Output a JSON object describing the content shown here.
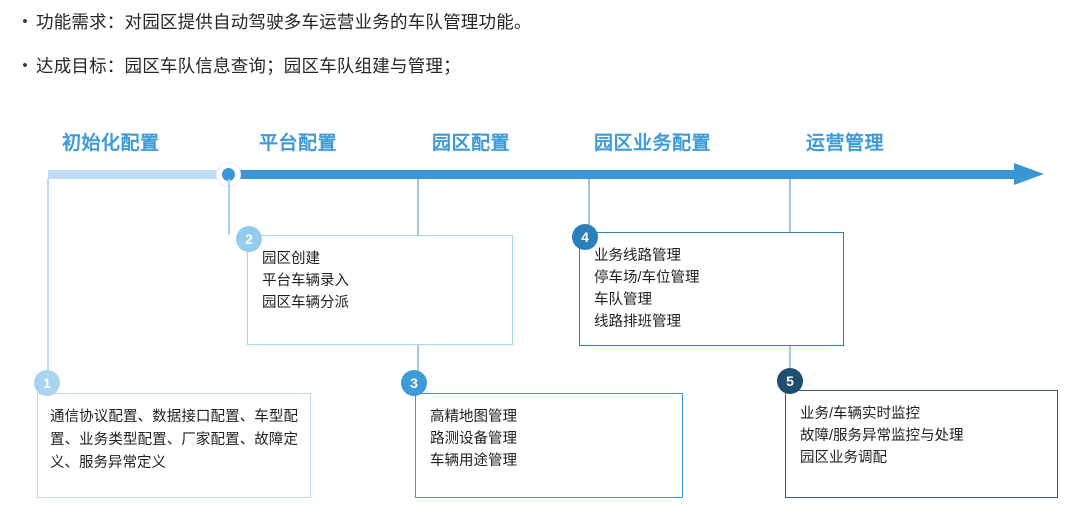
{
  "bullets": [
    {
      "marker": "•",
      "text": "功能需求：对园区提供自动驾驶多车运营业务的车队管理功能。"
    },
    {
      "marker": "•",
      "text": "达成目标：园区车队信息查询；园区车队组建与管理；"
    }
  ],
  "timeline": {
    "phases": [
      {
        "label": "初始化配置"
      },
      {
        "label": "平台配置"
      },
      {
        "label": "园区配置"
      },
      {
        "label": "园区业务配置"
      },
      {
        "label": "运营管理"
      }
    ],
    "axis": {
      "completed_color": "#bedcf2",
      "active_color": "#3a95d5",
      "marker_color": "#3a95d5"
    }
  },
  "steps": [
    {
      "number": "1",
      "badge_color": "#a8d4ee",
      "border_color": "#c2dced",
      "connector_color": "#c2dced",
      "items": [
        "通信协议配置、数据接口配置、车型配置、业务类型配置、厂家配置、故障定义、服务异常定义"
      ]
    },
    {
      "number": "2",
      "badge_color": "#93cced",
      "border_color": "#a9d6ef",
      "connector_color": "#a9d6ef",
      "items": [
        "园区创建",
        "平台车辆录入",
        "园区车辆分派"
      ]
    },
    {
      "number": "3",
      "badge_color": "#3f9ad8",
      "border_color": "#3f9ad8",
      "connector_color": "#9ec8e3",
      "items": [
        "高精地图管理",
        "路测设备管理",
        "车辆用途管理"
      ]
    },
    {
      "number": "4",
      "badge_color": "#2b7fbb",
      "border_color": "#2b7fbb",
      "connector_color": "#9ec8e3",
      "items": [
        "业务线路管理",
        "停车场/车位管理",
        "车队管理",
        "线路排班管理"
      ]
    },
    {
      "number": "5",
      "badge_color": "#1f4e6e",
      "border_color": "#2f5d7c",
      "connector_color": "#9ec8e3",
      "items": [
        "业务/车辆实时监控",
        "故障/服务异常监控与处理",
        "园区业务调配"
      ]
    }
  ]
}
